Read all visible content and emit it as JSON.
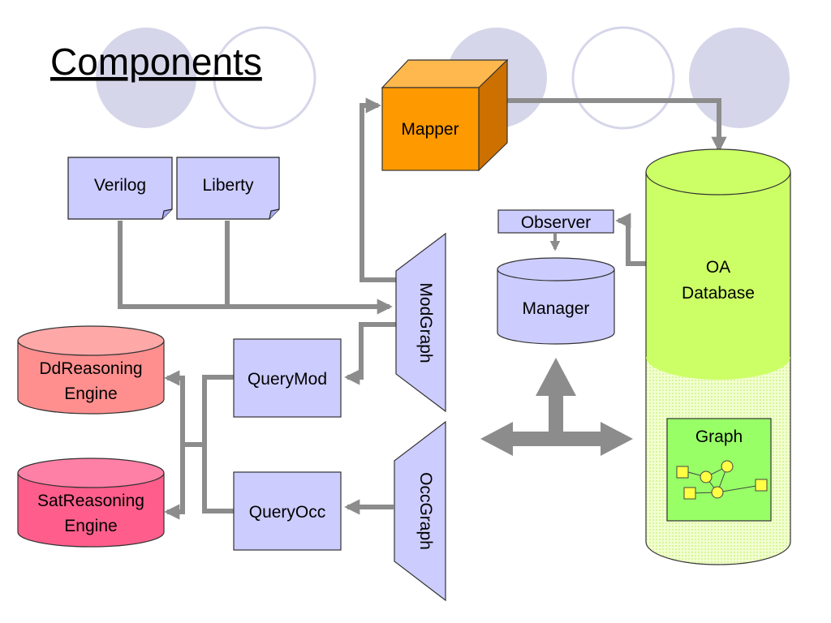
{
  "title": "Components",
  "nodes": {
    "verilog": "Verilog",
    "liberty": "Liberty",
    "mapper": "Mapper",
    "observer": "Observer",
    "manager": "Manager",
    "oa_database_line1": "OA",
    "oa_database_line2": "Database",
    "graph": "Graph",
    "modgraph": "ModGraph",
    "occgraph": "OccGraph",
    "querymod": "QueryMod",
    "queryocc": "QueryOcc",
    "dd_engine_line1": "DdReasoning",
    "dd_engine_line2": "Engine",
    "sat_engine_line1": "SatReasoning",
    "sat_engine_line2": "Engine"
  },
  "colors": {
    "decor_circle": "#d6d6ea",
    "node_lavender": "#ccccff",
    "mapper_orange": "#ff9900",
    "database_green": "#ccff66",
    "graph_green": "#99ff66",
    "dd_red": "#ff8f8f",
    "sat_pink": "#ff5e8c",
    "connector_gray": "#8c8c8c"
  }
}
